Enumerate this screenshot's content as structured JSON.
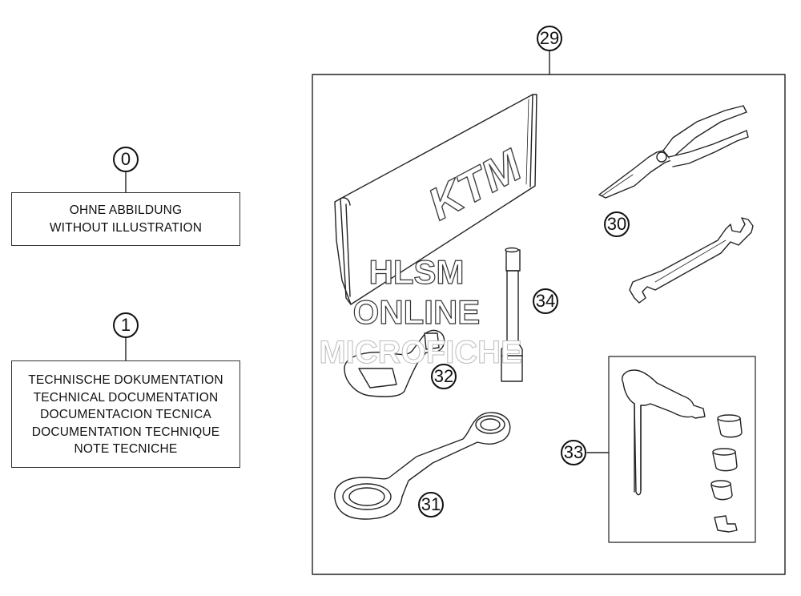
{
  "callouts": {
    "c0": "0",
    "c1": "1",
    "c29": "29",
    "c30": "30",
    "c31": "31",
    "c32": "32",
    "c33": "33",
    "c34": "34"
  },
  "box0": {
    "line1": "OHNE ABBILDUNG",
    "line2": "WITHOUT ILLUSTRATION"
  },
  "box1": {
    "line1": "TECHNISCHE DOKUMENTATION",
    "line2": "TECHNICAL DOCUMENTATION",
    "line3": "DOCUMENTACION TECNICA",
    "line4": "DOCUMENTATION TECHNIQUE",
    "line5": "NOTE TECNICHE"
  },
  "watermark": {
    "line1": "HLSM",
    "line2": "ONLINE",
    "line3": "MICROFICHE"
  },
  "pouch_logo": "KTM"
}
